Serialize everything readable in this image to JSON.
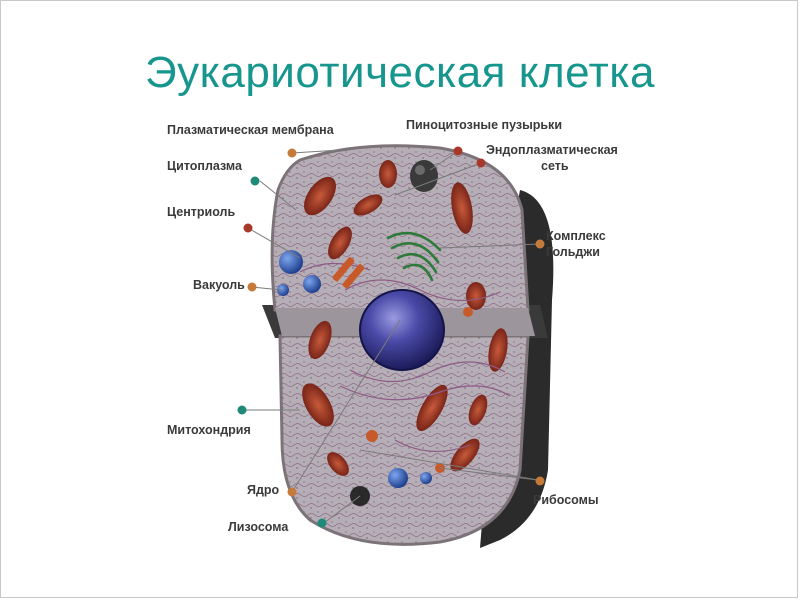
{
  "title": "Эукариотическая клетка",
  "labels": {
    "plasma_membrane": "Плазматическая мембрана",
    "cytoplasm": "Цитоплазма",
    "centriole": "Центриоль",
    "vacuole": "Вакуоль",
    "mitochondria": "Митохондрия",
    "nucleus": "Ядро",
    "lysosome": "Лизосома",
    "pinocytic_vesicles": "Пиноцитозные пузырьки",
    "er_line1": "Эндоплазматическая",
    "er_line2": "сеть",
    "golgi_line1": "Комплекс",
    "golgi_line2": "Гольджи",
    "ribosomes": "Рибосомы"
  },
  "colors": {
    "title": "#17968e",
    "cytoplasm": "#b8b2b8",
    "membrane": "#7b7378",
    "shadow": "#2b2b2b",
    "mitochondria": "#8a2a1c",
    "nucleus": "#3a3a8e",
    "vacuole": "#2a56a8",
    "golgi": "#2e7a3a",
    "marker_teal": "#1f8a78",
    "marker_red": "#a8382a",
    "marker_orange": "#c67a3a"
  }
}
